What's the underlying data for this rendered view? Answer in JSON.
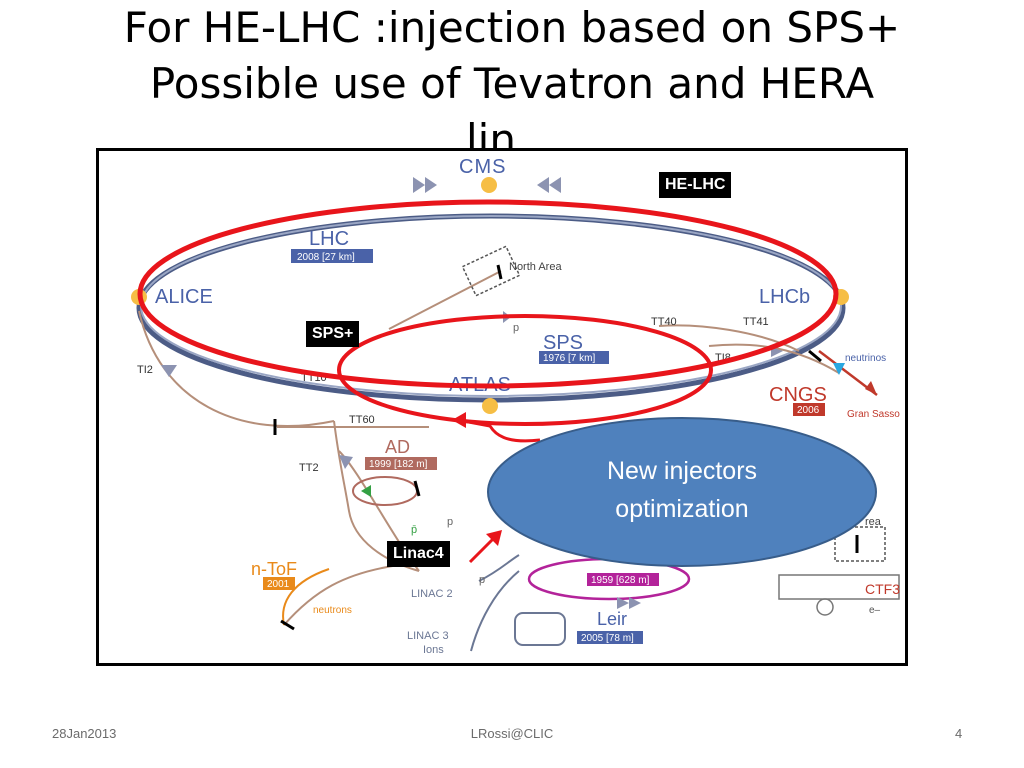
{
  "slide": {
    "title_line1": "For HE-LHC :injection based on SPS+",
    "title_line2": "Possible use of Tevatron and HERA",
    "title_line3": "lin…",
    "footer_date": "28Jan2013",
    "footer_center": "LRossi@CLIC",
    "page_number": "4"
  },
  "diagram": {
    "labels": {
      "cms": "CMS",
      "lhc": "LHC",
      "lhc_year": "2008 [27 km]",
      "north_area": "North Area",
      "alice": "ALICE",
      "lhcb": "LHCb",
      "tt40": "TT40",
      "tt41": "TT41",
      "p_sps": "p",
      "sps": "SPS",
      "sps_year": "1976 [7 km]",
      "ti8": "TI8",
      "neutrinos": "neutrinos",
      "ti2": "TI2",
      "tt10": "TT10",
      "atlas": "ATLAS",
      "cngs": "CNGS",
      "cngs_year": "2006",
      "gran_sasso": "Gran Sasso",
      "tt60": "TT60",
      "ad": "AD",
      "ad_year": "1999 [182 m]",
      "tt2": "TT2",
      "pbar": "p̄",
      "p_ad": "p",
      "area_right": "rea",
      "ntof": "n-ToF",
      "ntof_year": "2001",
      "neutrons": "neutrons",
      "linac2": "LINAC 2",
      "p_linac": "p",
      "ps_year": "1959 [628 m]",
      "leir": "Leir",
      "leir_year": "2005 [78 m]",
      "linac3": "LINAC 3",
      "ions": "Ions",
      "ctf3": "CTF3",
      "eminus": "e–"
    },
    "tags": {
      "he_lhc": "HE-LHC",
      "sps_plus": "SPS+",
      "linac4": "Linac4"
    },
    "callout": {
      "line1": "New injectors",
      "line2": "optimization"
    }
  },
  "colors": {
    "ring_red": "#e8151b",
    "callout_fill": "#4f81bd",
    "callout_border": "#385d8a",
    "lhc_ring_blue": "#4c5c86",
    "label_blue": "#4a62a8",
    "cngs_red": "#c0392b",
    "ntof_orange": "#e98a1a",
    "ps_magenta": "#b3239a",
    "beamline_tan": "#b58f7a"
  }
}
